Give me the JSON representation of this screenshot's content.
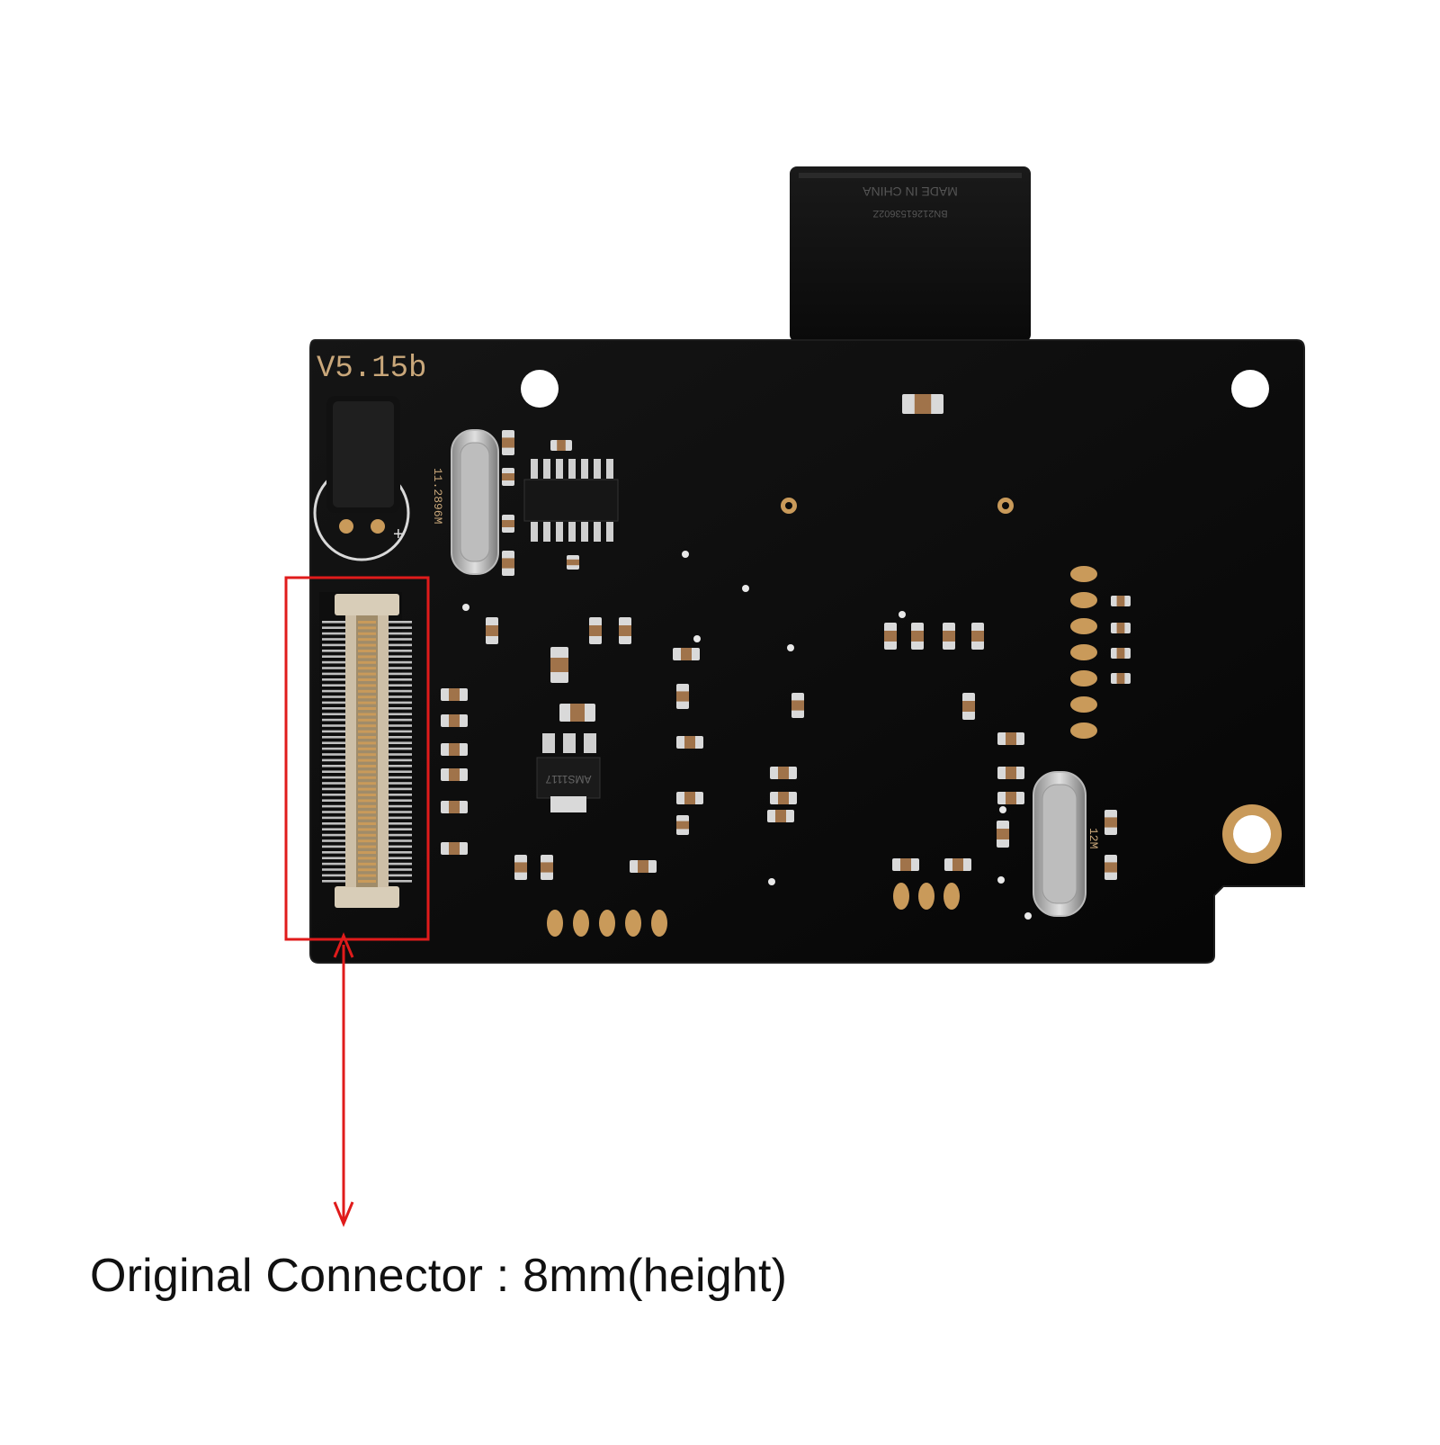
{
  "board": {
    "version_label": "V5.15b",
    "crystal_1_label": "11.2896M",
    "crystal_2_label": "12M",
    "regulator_label": "AMS1117",
    "connector_top_line1": "MADE IN CHINA",
    "connector_top_line2": "BN2126153602Z"
  },
  "annotation": {
    "caption": "Original Connector : 8mm(height)"
  },
  "colors": {
    "pcb": "#0b0b0b",
    "silkscreen": "#c9a77a",
    "gold_pad": "#c99a5a",
    "highlight": "#e01b1b",
    "connector_body": "#d8cdb8"
  }
}
